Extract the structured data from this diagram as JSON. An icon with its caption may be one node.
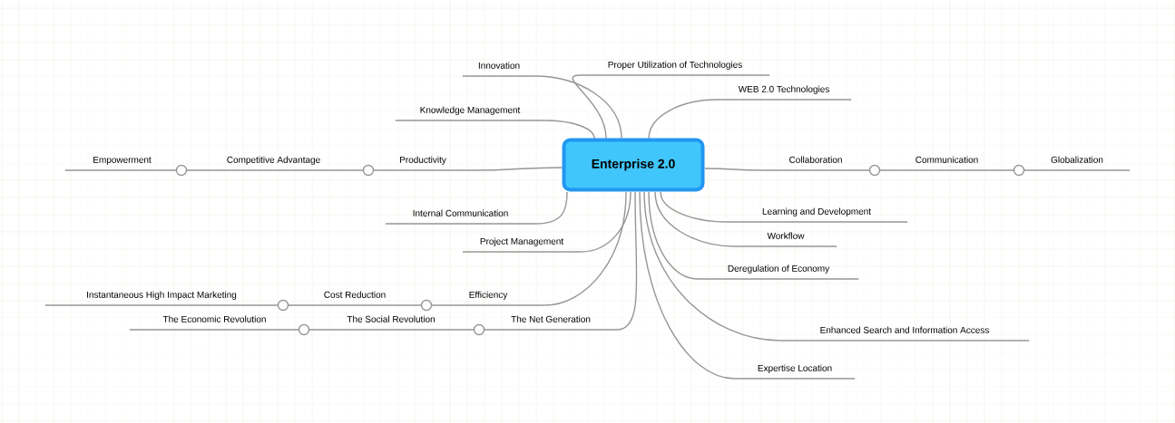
{
  "diagram": {
    "nodes": [
      {
        "text": [
          "Enterprise 2.0"
        ]
      },
      {
        "text": [
          "Innovation"
        ]
      },
      {
        "text": [
          "Proper Utilization of Technologies"
        ]
      },
      {
        "text": [
          "WEB 2.0 Technologies"
        ]
      },
      {
        "text": [
          "Knowledge Management"
        ]
      },
      {
        "text": [
          "Productivity"
        ]
      },
      {
        "text": [
          "Competitive Advantage"
        ]
      },
      {
        "text": [
          "Empowerment"
        ]
      },
      {
        "text": [
          "Collaboration"
        ]
      },
      {
        "text": [
          "Communication"
        ]
      },
      {
        "text": [
          "Globalization"
        ]
      },
      {
        "text": [
          "Internal Communication"
        ]
      },
      {
        "text": [
          "Learning and Development"
        ]
      },
      {
        "text": [
          "Workflow"
        ]
      },
      {
        "text": [
          "Project Management"
        ]
      },
      {
        "text": [
          "Deregulation of Economy"
        ]
      },
      {
        "text": [
          "Efficiency"
        ]
      },
      {
        "text": [
          "Cost Reduction"
        ]
      },
      {
        "text": [
          "Instantaneous High Impact Marketing"
        ]
      },
      {
        "text": [
          "The Net Generation"
        ]
      },
      {
        "text": [
          "The Social Revolution"
        ]
      },
      {
        "text": [
          "The Economic Revolution"
        ]
      },
      {
        "text": [
          "Enhanced Search and Information Access"
        ]
      },
      {
        "text": [
          "Expertise Location"
        ]
      }
    ],
    "edges": [
      {
        "from": 0,
        "to": 1,
        "arrow": "none"
      },
      {
        "from": 0,
        "to": 2,
        "arrow": "none"
      },
      {
        "from": 0,
        "to": 3,
        "arrow": "none"
      },
      {
        "from": 0,
        "to": 4,
        "arrow": "none"
      },
      {
        "from": 0,
        "to": 5,
        "arrow": "none"
      },
      {
        "from": 5,
        "to": 6,
        "arrow": "none"
      },
      {
        "from": 6,
        "to": 7,
        "arrow": "none"
      },
      {
        "from": 0,
        "to": 8,
        "arrow": "none"
      },
      {
        "from": 8,
        "to": 9,
        "arrow": "none"
      },
      {
        "from": 9,
        "to": 10,
        "arrow": "none"
      },
      {
        "from": 0,
        "to": 11,
        "arrow": "none"
      },
      {
        "from": 0,
        "to": 12,
        "arrow": "none"
      },
      {
        "from": 0,
        "to": 13,
        "arrow": "none"
      },
      {
        "from": 0,
        "to": 14,
        "arrow": "none"
      },
      {
        "from": 0,
        "to": 15,
        "arrow": "none"
      },
      {
        "from": 0,
        "to": 16,
        "arrow": "none"
      },
      {
        "from": 16,
        "to": 17,
        "arrow": "none"
      },
      {
        "from": 17,
        "to": 18,
        "arrow": "none"
      },
      {
        "from": 0,
        "to": 19,
        "arrow": "none"
      },
      {
        "from": 19,
        "to": 20,
        "arrow": "none"
      },
      {
        "from": 20,
        "to": 21,
        "arrow": "none"
      },
      {
        "from": 0,
        "to": 22,
        "arrow": "none"
      },
      {
        "from": 0,
        "to": 23,
        "arrow": "none"
      }
    ]
  }
}
